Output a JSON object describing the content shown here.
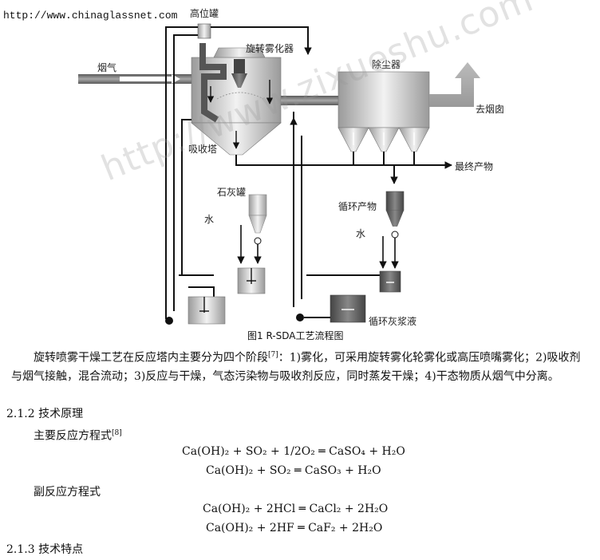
{
  "source_url": "http://www.chinaglassnet.com",
  "watermark": "http://www.zixueshu.com",
  "diagram": {
    "labels": {
      "high_tank": "高位罐",
      "rotary_atomizer": "旋转雾化器",
      "flue_gas": "烟气",
      "dust_collector": "除尘器",
      "to_chimney": "去烟囱",
      "absorption_tower": "吸收塔",
      "final_product": "最终产物",
      "lime_tank": "石灰罐",
      "water_1": "水",
      "recycled_product": "循环产物",
      "water_2": "水",
      "recycled_slurry": "循环灰浆液"
    },
    "caption": "图1  R-SDA工艺流程图"
  },
  "text": {
    "para1": "旋转喷雾干燥工艺在反应塔内主要分为四个阶段",
    "para1_ref": "[7]",
    "para1_rest": "：1)雾化，可采用旋转雾化轮雾化或高压喷嘴雾化；2)吸收剂与烟气接触，混合流动；3)反应与干燥，气态污染物与吸收剂反应，同时蒸发干燥；4)干态物质从烟气中分离。",
    "sec_212": "2.1.2   技术原理",
    "main_reaction": "主要反应方程式",
    "main_reaction_ref": "[8]",
    "side_reaction": "副反应方程式",
    "sec_213": "2.1.3   技术特点"
  },
  "equations": {
    "eq1": "Ca(OH)₂ + SO₂ + 1/2O₂ ═ CaSO₄ + H₂O",
    "eq2": "Ca(OH)₂ + SO₂ ═ CaSO₃ + H₂O",
    "eq3": "Ca(OH)₂ + 2HCl ═ CaCl₂ + 2H₂O",
    "eq4": "Ca(OH)₂ + 2HF ═ CaF₂ + 2H₂O"
  }
}
